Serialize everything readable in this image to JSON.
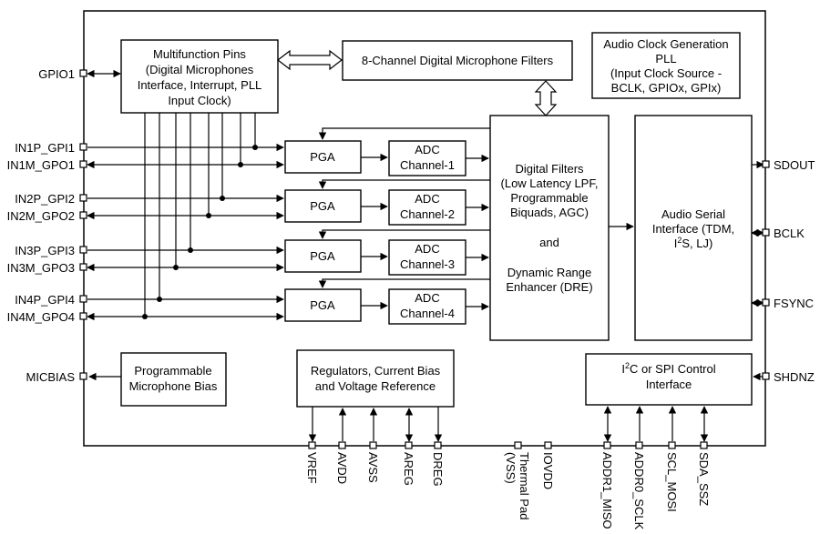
{
  "blocks": {
    "mfp": [
      "Multifunction Pins",
      "(Digital Microphones",
      "Interface, Interrupt, PLL",
      "Input Clock)"
    ],
    "dmf": [
      "8-Channel Digital Microphone Filters"
    ],
    "acg": [
      "Audio Clock Generation",
      "PLL",
      "(Input Clock Source -",
      "BCLK, GPIOx, GPIx)"
    ],
    "pga": [
      "PGA",
      "PGA",
      "PGA",
      "PGA"
    ],
    "adc": [
      [
        "ADC",
        "Channel-1"
      ],
      [
        "ADC",
        "Channel-2"
      ],
      [
        "ADC",
        "Channel-3"
      ],
      [
        "ADC",
        "Channel-4"
      ]
    ],
    "df": [
      "Digital Filters",
      "(Low Latency LPF,",
      "Programmable",
      "Biquads, AGC)",
      "",
      "and",
      "",
      "Dynamic Range",
      "Enhancer (DRE)"
    ],
    "asi": {
      "line1": "Audio Serial",
      "line2": "Interface (TDM,",
      "l3_a": "I",
      "l3_sup": "2",
      "l3_b": "S, LJ)"
    },
    "pmb": [
      "Programmable",
      "Microphone Bias"
    ],
    "reg": [
      "Regulators, Current Bias",
      "and  Voltage Reference"
    ],
    "ctrl": {
      "l1_a": "I",
      "l1_sup": "2",
      "l1_b": "C or SPI Control",
      "line2": "Interface"
    }
  },
  "pins": {
    "left": [
      "GPIO1",
      "IN1P_GPI1",
      "IN1M_GPO1",
      "IN2P_GPI2",
      "IN2M_GPO2",
      "IN3P_GPI3",
      "IN3M_GPO3",
      "IN4P_GPI4",
      "IN4M_GPO4",
      "MICBIAS"
    ],
    "right": [
      "SDOUT",
      "BCLK",
      "FSYNC",
      "SHDNZ"
    ],
    "bottom": [
      "VREF",
      "AVDD",
      "AVSS",
      "AREG",
      "DREG",
      "Thermal Pad",
      "(VSS)",
      "IOVDD",
      "ADDR1_MISO",
      "ADDR0_SCLK",
      "SCL_MOSI",
      "SDA_SSZ"
    ]
  }
}
